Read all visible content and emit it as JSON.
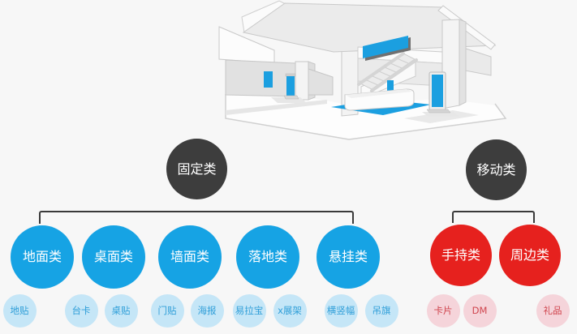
{
  "colors": {
    "background": "#f7f7f7",
    "dark_circle": "#3d3d3d",
    "accent_blue": "#16a3e4",
    "light_blue": "#c5e6f7",
    "light_blue_text": "#2f9ed8",
    "accent_red": "#e6211e",
    "light_pink": "#f5d4da",
    "light_pink_text": "#d0464f",
    "line": "#3a3a3a",
    "illus_blue": "#1b9fe0"
  },
  "tree": {
    "fixed": {
      "label": "固定类",
      "children": [
        {
          "label": "地面类",
          "items": [
            "地贴"
          ]
        },
        {
          "label": "桌面类",
          "items": [
            "台卡",
            "桌贴"
          ]
        },
        {
          "label": "墙面类",
          "items": [
            "门贴",
            "海报"
          ]
        },
        {
          "label": "落地类",
          "items": [
            "易拉宝",
            "x展架"
          ]
        },
        {
          "label": "悬挂类",
          "items": [
            "横竖幅",
            "吊旗"
          ]
        }
      ]
    },
    "mobile": {
      "label": "移动类",
      "children": [
        {
          "label": "手持类",
          "items": [
            "卡片",
            "DM"
          ]
        },
        {
          "label": "周边类",
          "items": [
            "礼品"
          ]
        }
      ]
    }
  }
}
